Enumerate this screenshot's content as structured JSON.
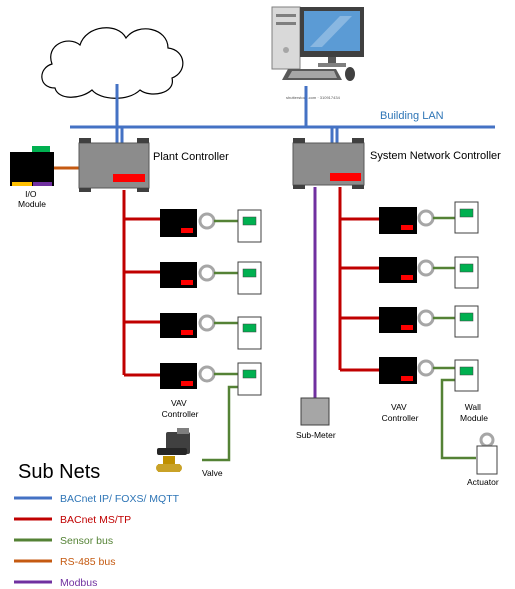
{
  "colors": {
    "bacnet_ip": "#4472c4",
    "mstp": "#c00000",
    "sensor": "#548235",
    "rs485": "#c55a11",
    "modbus": "#7030a0",
    "controller_body": "#8c8c8c",
    "vav_body": "#000000",
    "status_red": "#ff0000",
    "display_green": "#00b050"
  },
  "labels": {
    "building_lan": "Building LAN",
    "plant_controller": "Plant Controller",
    "system_network_controller": "System Network Controller",
    "io_module": [
      "I/O",
      "Module"
    ],
    "vav_controller_left": [
      "VAV",
      "Controller"
    ],
    "vav_controller_right": [
      "VAV",
      "Controller"
    ],
    "wall_module": [
      "Wall",
      "Module"
    ],
    "sub_meter": "Sub-Meter",
    "valve": "Valve",
    "actuator": "Actuator",
    "watermark": "shutterstock.com · 310917434"
  },
  "icons": {
    "cloud": "cloud-icon",
    "workstation": "desktop-computer-icon",
    "valve": "valve-icon",
    "actuator": "actuator-icon"
  },
  "legend": {
    "title": "Sub Nets",
    "items": [
      {
        "label": "BACnet IP/ FOXS/ MQTT",
        "color": "#4472c4",
        "text_color": "#2e75b6"
      },
      {
        "label": "BACnet MS/TP",
        "color": "#c00000",
        "text_color": "#c00000"
      },
      {
        "label": "Sensor bus",
        "color": "#548235",
        "text_color": "#548235"
      },
      {
        "label": "RS-485 bus",
        "color": "#c55a11",
        "text_color": "#c55a11"
      },
      {
        "label": "Modbus",
        "color": "#7030a0",
        "text_color": "#7030a0"
      }
    ]
  }
}
